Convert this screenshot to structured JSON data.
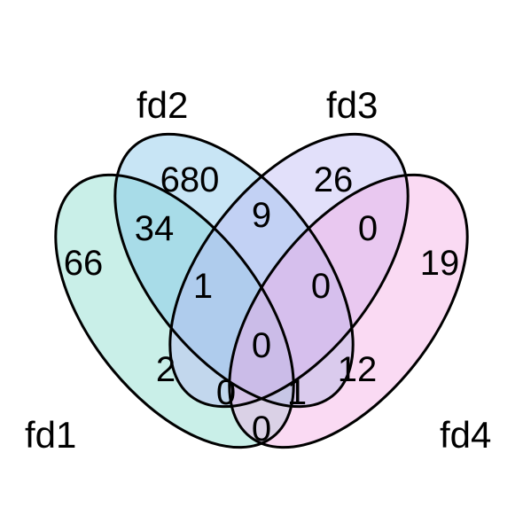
{
  "sets": [
    {
      "name": "fd1",
      "color": "#7fd8c8"
    },
    {
      "name": "fd2",
      "color": "#7cc2e8"
    },
    {
      "name": "fd3",
      "color": "#b9b6f4"
    },
    {
      "name": "fd4",
      "color": "#f2a8e2"
    }
  ],
  "regions": {
    "fd1_only": "66",
    "fd2_only": "680",
    "fd3_only": "26",
    "fd4_only": "19",
    "fd1_fd2": "34",
    "fd2_fd3": "9",
    "fd3_fd4": "0",
    "fd1_fd2_fd3": "1",
    "fd2_fd3_fd4": "0",
    "fd1_fd3": "2",
    "fd2_fd4": "12",
    "fd1_fd2_fd3_fd4": "0",
    "fd1_fd3_fd4": "0",
    "fd1_fd2_fd4": "1",
    "fd1_fd4": "0"
  }
}
